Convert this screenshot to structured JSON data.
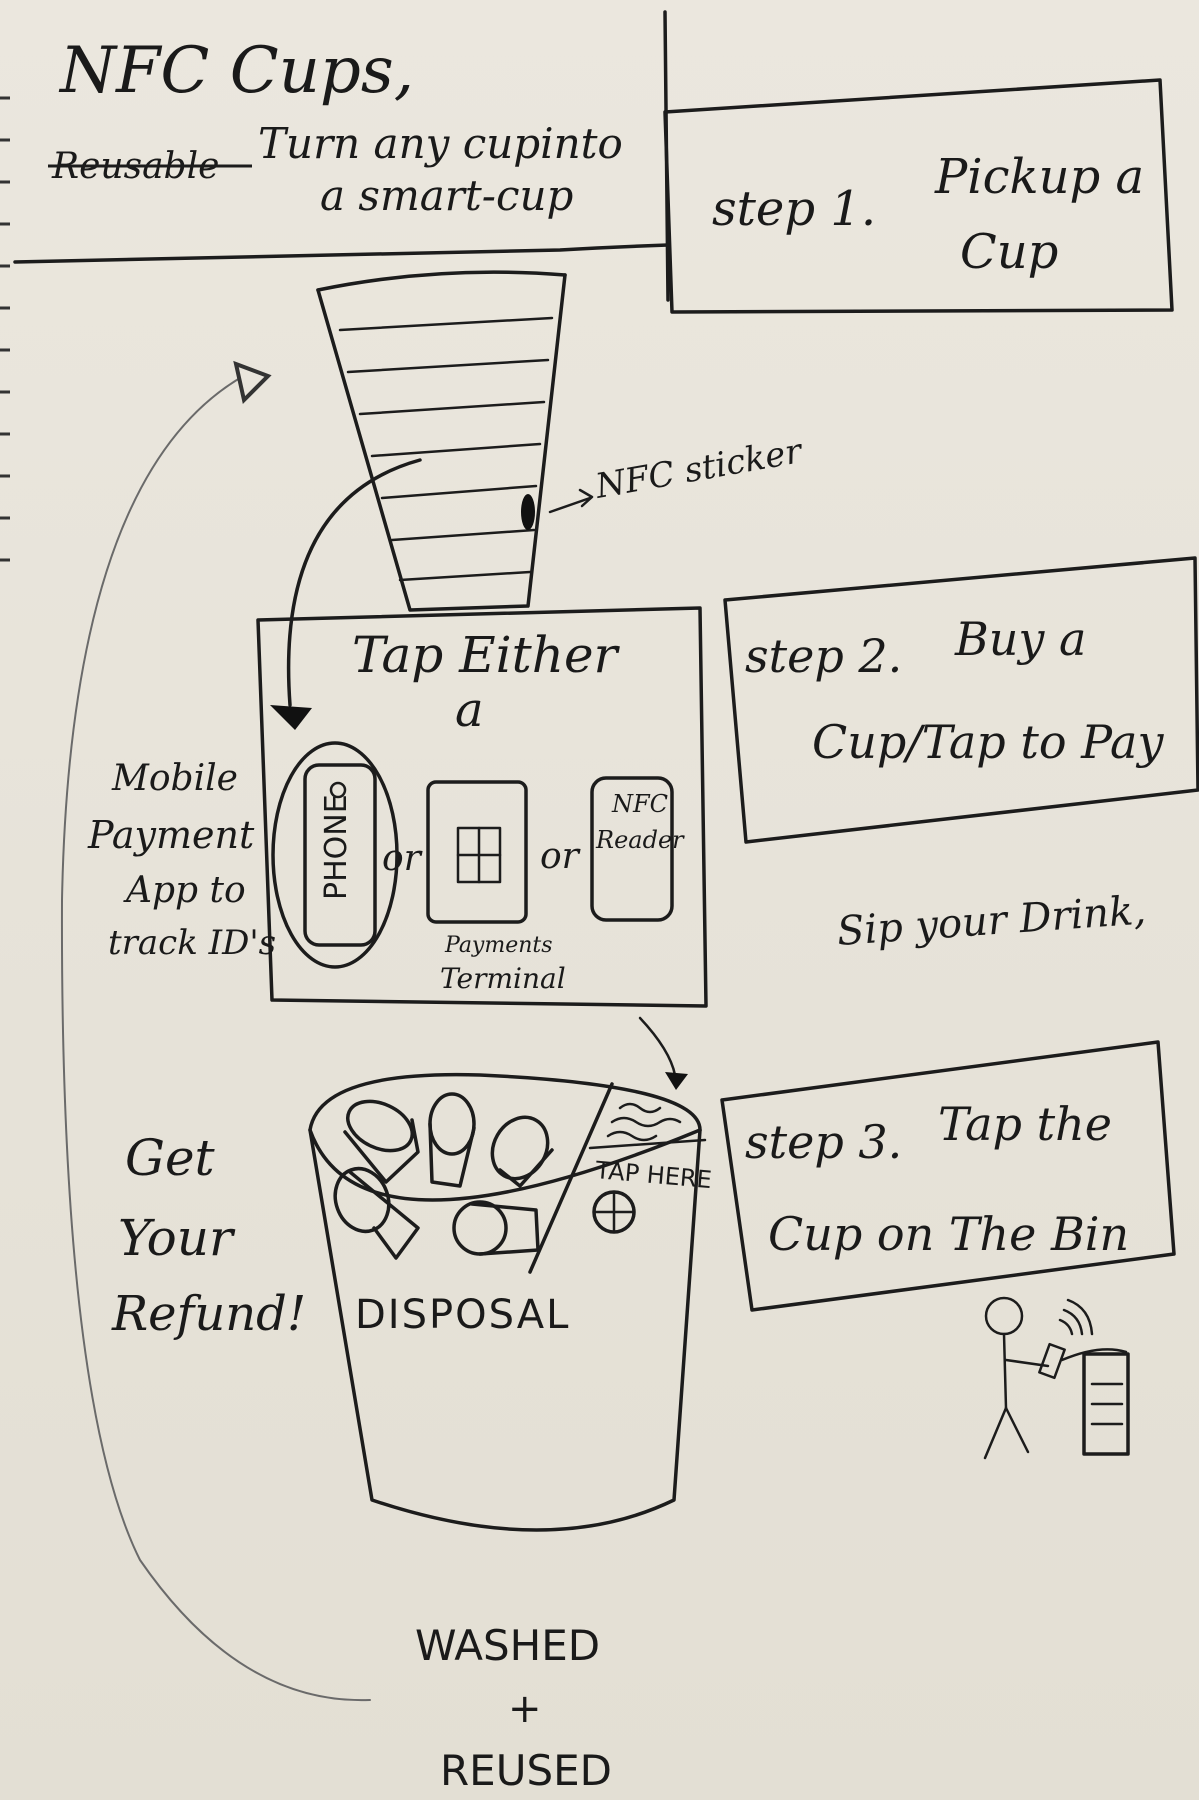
{
  "header": {
    "title": "NFC Cups,",
    "struck_word": "Reusable",
    "tagline_line1": "Turn any cupinto",
    "tagline_line2": "a smart-cup"
  },
  "steps": [
    {
      "label": "step 1.",
      "text_line1": "Pickup a",
      "text_line2": "Cup"
    },
    {
      "label": "step 2.",
      "text_line1": "Buy a",
      "text_line2": "Cup/Tap to Pay"
    },
    {
      "label": "step 3.",
      "text_line1": "Tap the",
      "text_line2": "Cup on The Bin"
    }
  ],
  "cup": {
    "sticker_label": "NFC sticker"
  },
  "tap_box": {
    "title_line1": "Tap Either",
    "title_line2": "a",
    "phone_label": "PHONE",
    "or_1": "or",
    "or_2": "or",
    "nfc_reader_line1": "NFC",
    "nfc_reader_line2": "Reader",
    "terminal_line1": "Payments",
    "terminal_line2": "Terminal"
  },
  "side_note": {
    "line1": "Mobile",
    "line2": "Payment",
    "line3": "App to",
    "line4": "track ID's"
  },
  "sip_note": "Sip your Drink,",
  "bin": {
    "tap_here": "TAP HERE",
    "label": "DISPOSAL"
  },
  "refund": {
    "line1": "Get",
    "line2": "Your",
    "line3": "Refund!"
  },
  "loop": {
    "line1": "WASHED",
    "line2": "+",
    "line3": "REUSED"
  }
}
